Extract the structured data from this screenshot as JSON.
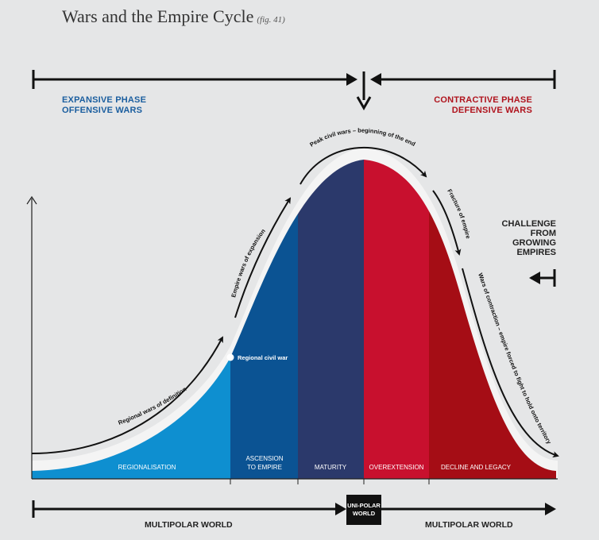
{
  "title": "Wars and the Empire Cycle",
  "fig_ref": "(fig. 41)",
  "phases": {
    "expansive_line1": "EXPANSIVE PHASE",
    "expansive_line2": "OFFENSIVE WARS",
    "contractive_line1": "CONTRACTIVE PHASE",
    "contractive_line2": "DEFENSIVE WARS"
  },
  "challenge": [
    "CHALLENGE",
    "FROM",
    "GROWING",
    "EMPIRES"
  ],
  "stages": {
    "regionalisation": "REGIONALISATION",
    "ascension_line1": "ASCENSION",
    "ascension_line2": "TO EMPIRE",
    "maturity": "MATURITY",
    "overextension": "OVEREXTENSION",
    "decline": "DECLINE AND LEGACY"
  },
  "curve_labels": {
    "regional_wars": "Regional wars of definition",
    "regional_civil_war": "Regional civil war",
    "empire_wars": "Empire wars of expansion",
    "peak_civil_wars": "Peak civil wars – beginning of the end",
    "fracture": "Fracture of empire",
    "contraction": "Wars of contraction – empire forced to fight to hold onto territory"
  },
  "world": {
    "multipolar_left": "MULTIPOLAR WORLD",
    "unipolar_line1": "UNI-POLAR",
    "unipolar_line2": "WORLD",
    "multipolar_right": "MULTIPOLAR WORLD"
  },
  "colors": {
    "regionalisation": "#0e8fd0",
    "ascension": "#0b5393",
    "maturity": "#2b396b",
    "overextension": "#c8102e",
    "decline": "#a50d15",
    "expansive_text": "#1b5e9f",
    "contractive_text": "#b0141e"
  }
}
